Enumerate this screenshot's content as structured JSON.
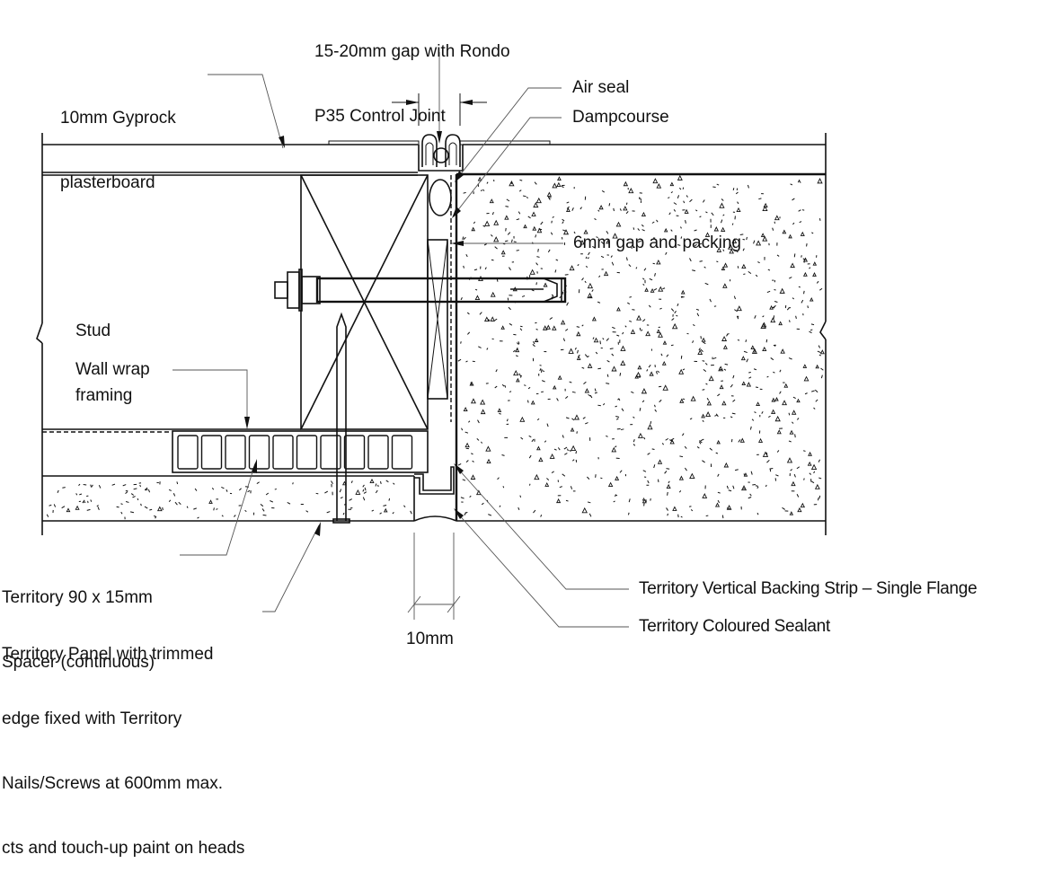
{
  "drawing": {
    "title": "Control joint detail – Territory panel cladding to concrete wall",
    "labels": {
      "control_joint": [
        "15-20mm gap with Rondo",
        "P35 Control Joint"
      ],
      "plasterboard": [
        "10mm Gyprock",
        "plasterboard"
      ],
      "air_seal": "Air seal",
      "dampcourse": "Dampcourse",
      "gap_packing": "6mm gap and packing",
      "stud_framing": [
        "Stud",
        "framing"
      ],
      "wall_wrap": "Wall wrap",
      "spacer": [
        "Territory 90 x 15mm",
        "Spacer (continuous)"
      ],
      "panel": [
        "Territory Panel with trimmed",
        "edge fixed with Territory",
        "Nails/Screws at 600mm max.",
        "cts and touch-up paint on heads"
      ],
      "backing_strip": "Territory Vertical Backing Strip – Single Flange",
      "sealant": "Territory Coloured Sealant",
      "dimension_gap": "10mm"
    },
    "components": [
      "plasterboard",
      "rondo-p35-control-joint",
      "air-seal",
      "dampcourse",
      "timber-stud",
      "packing",
      "anchor-bolt",
      "nail",
      "wall-wrap",
      "spacer",
      "territory-panel",
      "backing-strip",
      "sealant",
      "concrete-wall"
    ],
    "colors": {
      "line": "#111111",
      "leader": "#555555",
      "background": "#ffffff"
    }
  }
}
